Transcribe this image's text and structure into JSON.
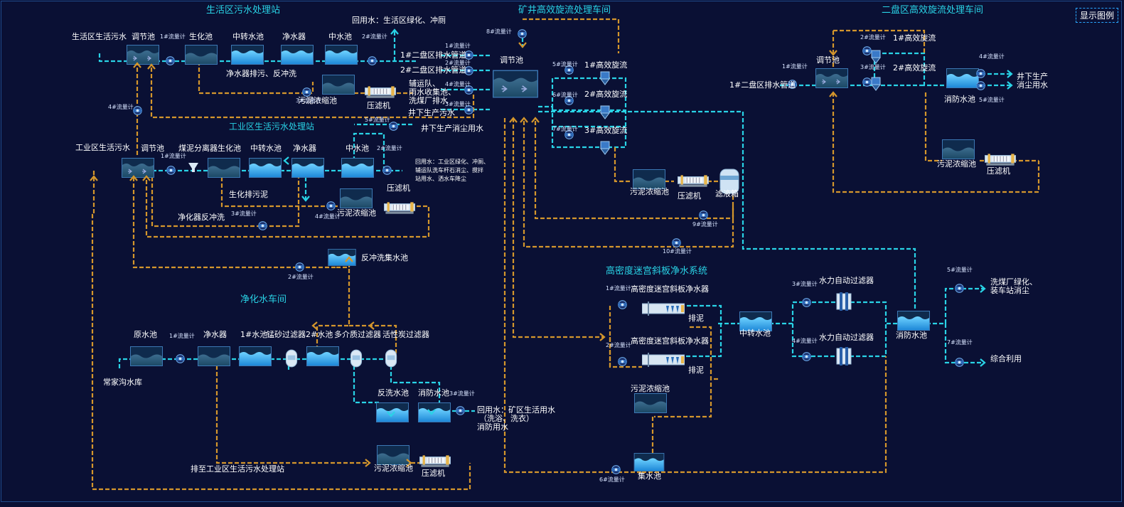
{
  "button_legend": "显示图例",
  "sections": {
    "domestic": "生活区污水处理站",
    "mine": "矿井高效旋流处理车间",
    "area2": "二盘区高效旋流处理车间",
    "industrial": "工业区生活污水处理站",
    "purify": "净化水车间",
    "hd": "高密度迷宫斜板净水系统"
  },
  "units": {
    "regulating": "调节池",
    "bio": "生化池",
    "transfer": "中转水池",
    "purifier": "净水器",
    "midwater": "中水池",
    "sludge_thick": "污泥浓缩池",
    "press": "压滤机",
    "coal_sep": "煤泥分离器",
    "backwash_pool": "反冲洗集水池",
    "raw": "原水池",
    "pool1": "1#水池",
    "mn_filter": "锰砂过滤器",
    "pool2": "2#水池",
    "multi_filter": "多介质过滤器",
    "carbon_filter": "活性炭过滤器",
    "backwash_water": "反洗水池",
    "fire_water": "消防水池",
    "cyclone1": "1#高效旋流",
    "cyclone2": "2#高效旋流",
    "cyclone3": "3#高效旋流",
    "filter_box": "滤液箱",
    "hd_purifier": "高密度迷宫斜板净水器",
    "mud_out": "排泥",
    "auto_filter": "水力自动过滤器",
    "collect": "集水池"
  },
  "labels": {
    "domestic_in": "生活区生活污水",
    "reuse1": "回用水：生活区绿化、冲厕",
    "purifier_drain": "净水器排污、反冲洗",
    "area2_pipe1": "1#二盘区排水管道",
    "area2_pipe2": "2#二盘区排水管道",
    "aux1": "辅运队、",
    "aux2": "雨水收集池、",
    "aux3": "洗煤厂排水",
    "underground_sewage": "井下生产污水",
    "underground_dust": "井下生产消尘用水",
    "ind_in": "工业区生活污水",
    "bio_sludge": "生化排污泥",
    "purifier_backwash": "净化器反冲洗",
    "reuse_ind1": "回用水：工业区绿化、冲厕、",
    "reuse_ind2": "辅运队洗车杆石消尘、搅拌",
    "reuse_ind3": "站用水、洒水车降尘",
    "changjia": "常家沟水库",
    "reuse_mine1": "回用水：矿区生活用水",
    "reuse_mine2": "（洗浴、洗衣）",
    "reuse_mine3": "消防用水",
    "to_ind": "排至工业区生活污水处理站",
    "a2_pipe": "1#二盘区排水管道",
    "a2_prod1": "井下生产",
    "a2_prod2": "消尘用水",
    "coal_wash1": "洗煤厂绿化、",
    "coal_wash2": "装车站消尘",
    "comprehensive": "综合利用"
  },
  "meters": {
    "m1": "1#流量计",
    "m2": "2#流量计",
    "m3": "3#流量计",
    "m4": "4#流量计",
    "m5": "5#流量计",
    "m6": "6#流量计",
    "m7": "7#流量计",
    "m8": "8#流量计",
    "m9": "9#流量计",
    "m10": "10#流量计"
  },
  "colors": {
    "bg": "#0a1034",
    "title": "#29d3e6",
    "text": "#ffffff",
    "pipe_clean": "#29d3e6",
    "pipe_sludge": "#d4962c",
    "equip": "#3c78b4"
  }
}
